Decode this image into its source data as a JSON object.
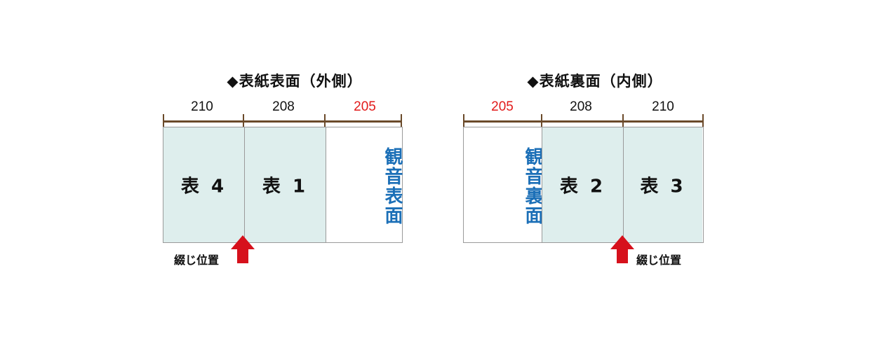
{
  "outer": {
    "title": "◆表紙表面（外側）",
    "dimensions": [
      {
        "value": "210",
        "color": "#111111"
      },
      {
        "value": "208",
        "color": "#111111"
      },
      {
        "value": "205",
        "color": "#e21a1a"
      }
    ],
    "panels": [
      {
        "label": "表 4",
        "style": "teal"
      },
      {
        "label": "表 1",
        "style": "teal"
      },
      {
        "label": "観音表面",
        "style": "white",
        "vertical": true
      }
    ],
    "binding_label": "綴じ位置"
  },
  "inner": {
    "title": "◆表紙裏面（内側）",
    "dimensions": [
      {
        "value": "205",
        "color": "#e21a1a"
      },
      {
        "value": "208",
        "color": "#111111"
      },
      {
        "value": "210",
        "color": "#111111"
      }
    ],
    "panels": [
      {
        "label": "観音裏面",
        "style": "white",
        "vertical": true
      },
      {
        "label": "表 2",
        "style": "teal"
      },
      {
        "label": "表 3",
        "style": "teal"
      }
    ],
    "binding_label": "綴じ位置"
  },
  "colors": {
    "panel_fill": "#deeeed",
    "vertical_text": "#1b6fb7",
    "arrow": "#d6111c",
    "ruler": "#6b4a2a",
    "dimension_highlight": "#e21a1a"
  }
}
